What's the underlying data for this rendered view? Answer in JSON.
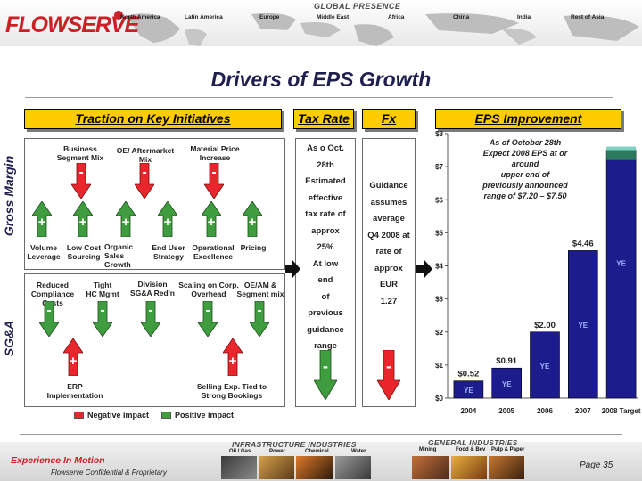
{
  "header": {
    "logo": "FLOWSERVE",
    "global_title": "GLOBAL PRESENCE",
    "regions": [
      "North America",
      "Latin America",
      "Europe",
      "Middle East",
      "Africa",
      "China",
      "India",
      "Rest of Asia"
    ]
  },
  "title": "Drivers of EPS Growth",
  "sections": {
    "traction": "Traction on Key Initiatives",
    "tax": "Tax Rate",
    "fx": "Fx",
    "eps": "EPS Improvement"
  },
  "side_labels": {
    "gross_margin": "Gross Margin",
    "sga": "SG&A"
  },
  "gross_margin": {
    "negative_labels": [
      [
        "Business",
        "Segment Mix"
      ],
      [
        "OE/ Aftermarket",
        "Mix"
      ],
      [
        "Material Price",
        "Increase"
      ]
    ],
    "positive_labels": [
      [
        "Volume",
        "Leverage"
      ],
      [
        "Low Cost",
        "Sourcing"
      ],
      [
        "Organic",
        "Sales",
        "Growth"
      ],
      [
        "End User",
        "Strategy"
      ],
      [
        "Operational",
        "Excellence"
      ],
      [
        "Pricing"
      ]
    ]
  },
  "sga": {
    "positive_labels": [
      [
        "Reduced",
        "Compliance Costs"
      ],
      [
        "Tight",
        "HC Mgmt"
      ],
      [
        "Division",
        "SG&A Red'n"
      ],
      [
        "Scaling on Corp.",
        "Overhead"
      ],
      [
        "OE/AM &",
        "Segment mix"
      ]
    ],
    "negative_labels": [
      [
        "ERP",
        "Implementation"
      ],
      [
        "Selling Exp. Tied to",
        "Strong Bookings"
      ]
    ]
  },
  "tax_rate_text": [
    "As o Oct.",
    "28th",
    "Estimated",
    "effective",
    "tax rate of",
    "approx",
    "25%",
    "At low",
    "end",
    "of",
    "previous",
    "guidance",
    "range"
  ],
  "fx_text": [
    "Guidance",
    "assumes",
    "average",
    "Q4 2008 at",
    "rate of",
    "approx",
    "EUR",
    "1.27"
  ],
  "symbols": {
    "plus": "+",
    "minus": "-"
  },
  "legend": {
    "negative": "Negative impact",
    "positive": "Positive impact",
    "negative_color": "#e8262b",
    "positive_color": "#3f9d3f"
  },
  "chart_data": {
    "type": "bar",
    "categories": [
      "2004",
      "2005",
      "2006",
      "2007",
      "2008 Target"
    ],
    "values": [
      0.52,
      0.91,
      2.0,
      4.46,
      7.5
    ],
    "target_range": [
      7.2,
      7.5
    ],
    "value_labels": [
      "$0.52",
      "$0.91",
      "$2.00",
      "$4.46",
      ""
    ],
    "bar_tag": "YE",
    "ylim": [
      0,
      8
    ],
    "yticks": [
      "$0",
      "$1",
      "$2",
      "$3",
      "$4",
      "$5",
      "$6",
      "$7",
      "$8"
    ],
    "annotation": [
      "As of October 28th",
      "Expect 2008 EPS at or",
      "around",
      "upper end of",
      "previously announced",
      "range of $7.20 – $7.50"
    ],
    "bar_color": "#1c1c8c",
    "target_top_color": "#2e8b57"
  },
  "footer": {
    "tagline": "Experience In Motion",
    "confidential": "Flowserve Confidential & Proprietary",
    "page": "Page 35",
    "infrastructure_title": "INFRASTRUCTURE INDUSTRIES",
    "infrastructure_items": [
      "Oil / Gas",
      "Power",
      "Chemical",
      "Water"
    ],
    "general_title": "GENERAL INDUSTRIES",
    "general_items": [
      "Mining",
      "Food & Bev",
      "Pulp & Paper"
    ]
  }
}
